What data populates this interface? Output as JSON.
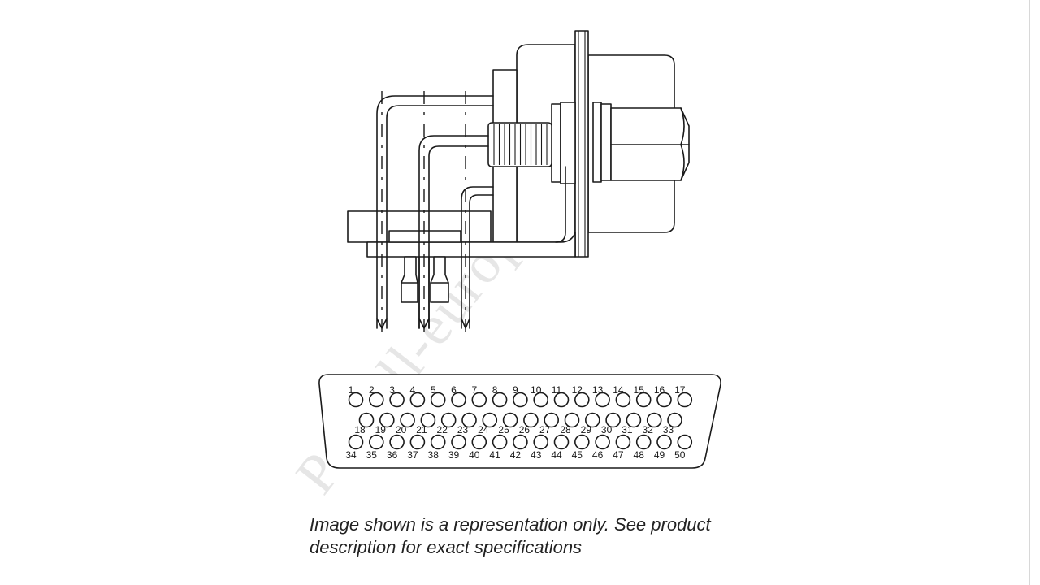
{
  "watermark": {
    "text": "Powell-europe.com"
  },
  "connector_face": {
    "row1": [
      "1",
      "2",
      "3",
      "4",
      "5",
      "6",
      "7",
      "8",
      "9",
      "10",
      "11",
      "12",
      "13",
      "14",
      "15",
      "16",
      "17"
    ],
    "row2": [
      "18",
      "19",
      "20",
      "21",
      "22",
      "23",
      "24",
      "25",
      "26",
      "27",
      "28",
      "29",
      "30",
      "31",
      "32",
      "33"
    ],
    "row3": [
      "34",
      "35",
      "36",
      "37",
      "38",
      "39",
      "40",
      "41",
      "42",
      "43",
      "44",
      "45",
      "46",
      "47",
      "48",
      "49",
      "50"
    ]
  },
  "caption": {
    "line1": "Image shown is a representation only. See product",
    "line2": "description for exact specifications"
  },
  "colors": {
    "stroke": "#1a1a1a",
    "watermark": "#e6e6e6",
    "caption": "#222222"
  }
}
